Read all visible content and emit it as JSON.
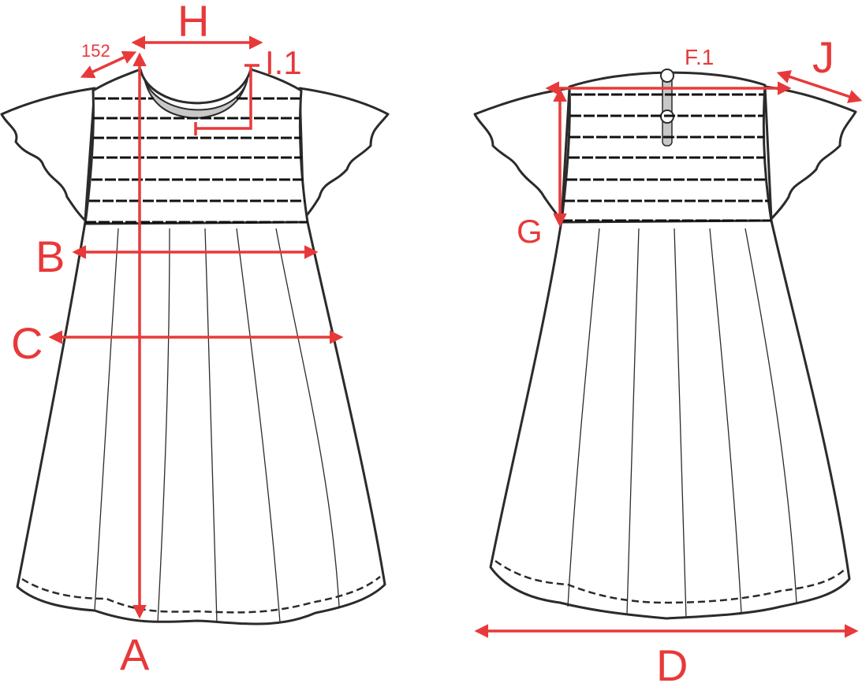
{
  "accent_color": "#e8393a",
  "labels": {
    "A": "A",
    "B": "B",
    "C": "C",
    "D": "D",
    "F1": "F.1",
    "G": "G",
    "H": "H",
    "I1": "I.1",
    "J": "J",
    "shoulder": "152"
  }
}
